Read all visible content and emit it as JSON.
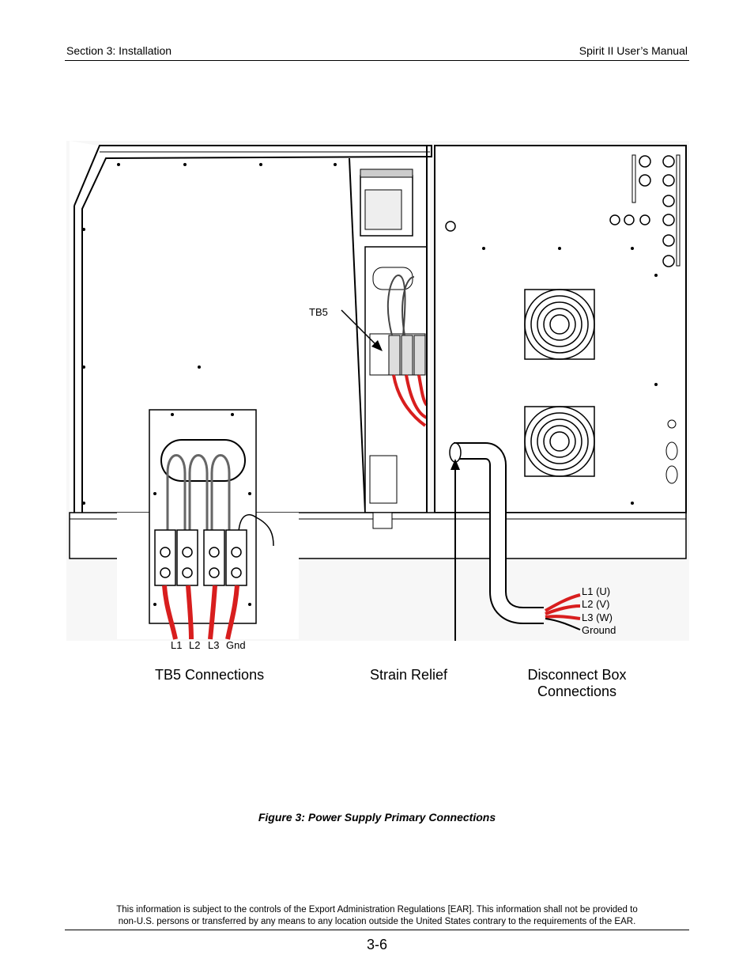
{
  "header": {
    "left": "Section 3: Installation",
    "right": "Spirit II User’s Manual"
  },
  "figure": {
    "labels": {
      "tb5": "TB5",
      "tb5_terminals": [
        "L1",
        "L2",
        "L3",
        "Gnd"
      ],
      "disconnect_wires": [
        "L1 (U)",
        "L2 (V)",
        "L3 (W)",
        "Ground"
      ],
      "tb5_connections": "TB5 Connections",
      "strain_relief": "Strain Relief",
      "disconnect_box_line1": "Disconnect Box",
      "disconnect_box_line2": "Connections"
    },
    "caption": "Figure 3: Power Supply Primary Connections"
  },
  "footer": {
    "line1": "This information is subject to the controls of the Export Administration Regulations [EAR].  This information shall not be provided to",
    "line2": "non-U.S. persons or transferred by any means to any location outside the United States contrary to the requirements of the EAR.",
    "page_number": "3-6"
  },
  "colors": {
    "wire": "#d81e1e",
    "line": "#000000",
    "panel": "#ffffff"
  }
}
